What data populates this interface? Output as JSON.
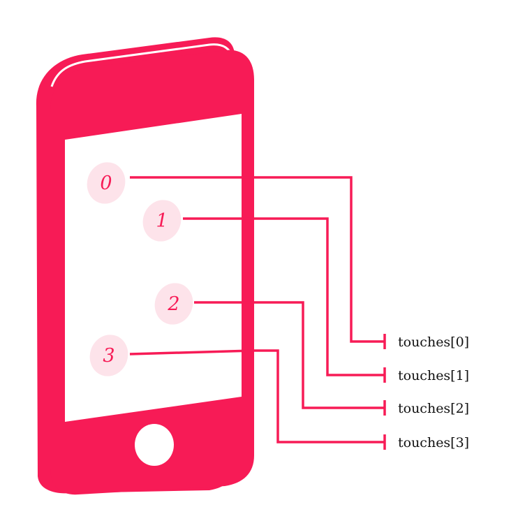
{
  "colors": {
    "accent": "#f71b56",
    "bubble": "#fde3ea",
    "screen": "#ffffff",
    "label_text": "#111111"
  },
  "touches": [
    {
      "number": "0",
      "label": "touches[0]"
    },
    {
      "number": "1",
      "label": "touches[1]"
    },
    {
      "number": "2",
      "label": "touches[2]"
    },
    {
      "number": "3",
      "label": "touches[3]"
    }
  ]
}
